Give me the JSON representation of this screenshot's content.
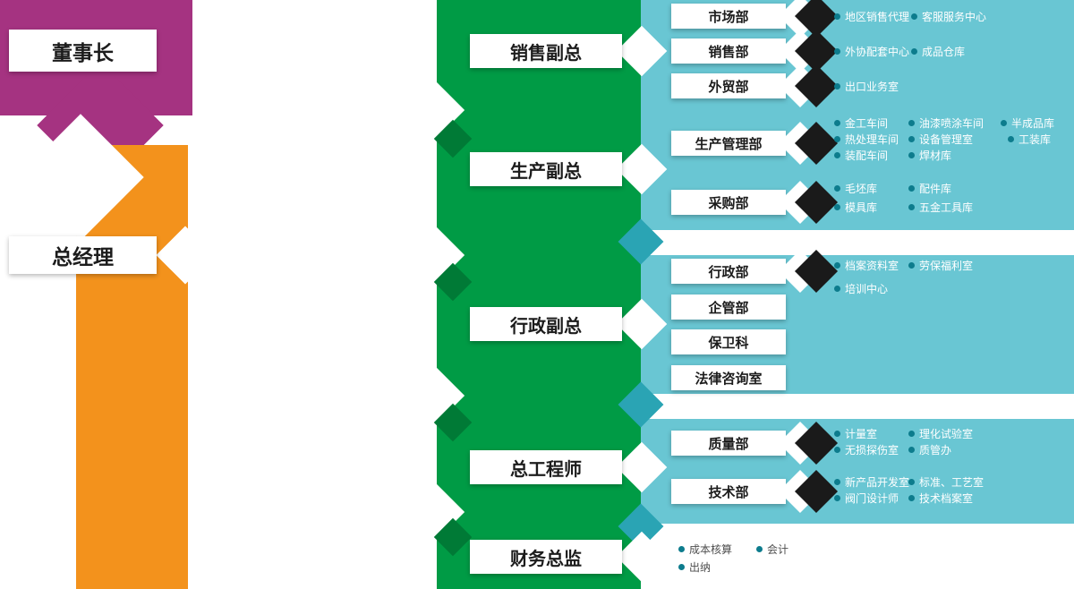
{
  "executives": {
    "chairman": "董事长",
    "general_manager": "总经理"
  },
  "branches": [
    {
      "label": "销售副总",
      "departments": [
        {
          "name": "市场部",
          "units": [
            "地区销售代理",
            "客服服务中心"
          ]
        },
        {
          "name": "销售部",
          "units": [
            "外协配套中心",
            "成品仓库"
          ]
        },
        {
          "name": "外贸部",
          "units": [
            "出口业务室"
          ]
        }
      ]
    },
    {
      "label": "生产副总",
      "departments": [
        {
          "name": "生产管理部",
          "units": [
            "金工车间",
            "油漆喷涂车间",
            "半成品库",
            "热处理车间",
            "设备管理室",
            "工装库",
            "装配车间",
            "焊材库"
          ]
        },
        {
          "name": "采购部",
          "units": [
            "毛坯库",
            "配件库",
            "模具库",
            "五金工具库"
          ]
        }
      ]
    },
    {
      "label": "行政副总",
      "departments": [
        {
          "name": "行政部",
          "units": [
            "档案资料室",
            "劳保福利室",
            "培训中心"
          ]
        },
        {
          "name": "企管部",
          "units": []
        },
        {
          "name": "保卫科",
          "units": []
        },
        {
          "name": "法律咨询室",
          "units": []
        }
      ]
    },
    {
      "label": "总工程师",
      "departments": [
        {
          "name": "质量部",
          "units": [
            "计量室",
            "理化试验室",
            "无损探伤室",
            "质管办"
          ]
        },
        {
          "name": "技术部",
          "units": [
            "新产品开发室",
            "标准、工艺室",
            "阀门设计师",
            "技术档案室"
          ]
        }
      ]
    },
    {
      "label": "财务总监",
      "departments": [],
      "units": [
        "成本核算",
        "会计",
        "出纳"
      ]
    }
  ],
  "colors": {
    "purple": "#a53381",
    "orange": "#f3921c",
    "green": "#009b45",
    "green_dark": "#007a36",
    "teal": "#69c6d3",
    "teal_dark": "#2aa4b4",
    "chevron_dark": "#1a1a1a",
    "bullet": "#0d7c8d",
    "box_text": "#1c1c1c",
    "unit_text": "#ffffff",
    "finance_text": "#4e4e4e"
  }
}
